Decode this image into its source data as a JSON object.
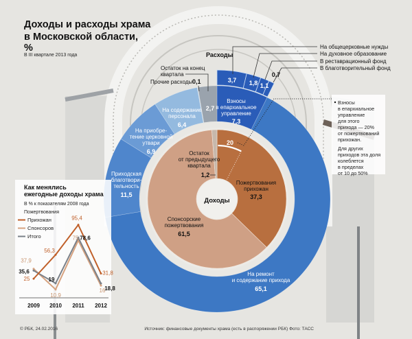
{
  "title_lines": [
    "Доходы и расходы храма",
    "в Московской области,",
    "%"
  ],
  "subtitle": "В III квартале 2013 года",
  "colors": {
    "expense_main": "#2a5cb8",
    "expense_ring": "#3d78c4",
    "income_parish": "#b86f3f",
    "income_sponsor": "#cfa085",
    "grey": "#9aa3ad"
  },
  "chart_data": [
    {
      "type": "pie",
      "title": "Расходы",
      "segments": [
        {
          "name": "Взносы в епархиальное управление",
          "label_lines": [
            "Взносы",
            "в епархиальное",
            "управление"
          ],
          "value": 7.3,
          "value_label": "7,3",
          "color": "#2a5cb8"
        },
        {
          "name": "На ремонт и содержание прихода",
          "label_lines": [
            "На ремонт",
            "и содержание прихода"
          ],
          "value": 65.1,
          "value_label": "65,1",
          "color": "#3d78c4"
        },
        {
          "name": "Приходская благотворительность",
          "label_lines": [
            "Приходская",
            "благотвори-",
            "тельность"
          ],
          "value": 11.5,
          "value_label": "11,5",
          "color": "#4f86cc"
        },
        {
          "name": "На приобретение церковной утвари",
          "label_lines": [
            "На приобре-",
            "тение церковной",
            "утвари"
          ],
          "value": 6.9,
          "value_label": "6,9",
          "color": "#6b9bd5"
        },
        {
          "name": "На содержание персонала",
          "label_lines": [
            "На содержание",
            "персонала"
          ],
          "value": 6.4,
          "value_label": "6,4",
          "color": "#94badf"
        },
        {
          "name": "Прочие расходы",
          "label_lines": [
            "Прочие расходы"
          ],
          "value": 0.1,
          "value_label": "0,1",
          "color": "#c9d6e2"
        },
        {
          "name": "Остаток на конец квартала",
          "label_lines": [
            "Остаток на конец",
            "квартала"
          ],
          "value": 2.7,
          "value_label": "2,7",
          "color": "#9aa3ad"
        }
      ],
      "breakdown_of": "Взносы в епархиальное управление",
      "breakdown": [
        {
          "name": "На общецерковные нужды",
          "value": 3.7,
          "value_label": "3,7"
        },
        {
          "name": "На духовное образование",
          "value": 1.8,
          "value_label": "1,8"
        },
        {
          "name": "В реставрационный фонд",
          "value": 1.1,
          "value_label": "1,1"
        },
        {
          "name": "В благотворительный фонд",
          "value": 0.7,
          "value_label": "0,7"
        }
      ]
    },
    {
      "type": "pie",
      "title": "Доходы",
      "segments": [
        {
          "name": "Пожертвования прихожан",
          "label_lines": [
            "Пожертвования",
            "прихожан"
          ],
          "value": 37.3,
          "value_label": "37,3",
          "color": "#b86f3f"
        },
        {
          "name": "Спонсорские пожертвования",
          "label_lines": [
            "Спонсорские",
            "пожертвования"
          ],
          "value": 61.5,
          "value_label": "61,5",
          "color": "#cfa085"
        },
        {
          "name": "Остаток от предыдущего квартала",
          "label_lines": [
            "Остаток",
            "от предыдущего",
            "квартала"
          ],
          "value": 1.2,
          "value_label": "1,2",
          "color": "#c7b8ab"
        }
      ],
      "highlight": {
        "value": 20,
        "value_label": "20",
        "of": "Пожертвования прихожан"
      }
    },
    {
      "type": "line",
      "title_lines": [
        "Как менялись",
        "ежегодные доходы храма"
      ],
      "subtitle": "В % к показателям 2008 года",
      "legend_title": "Пожертвования",
      "categories": [
        "2009",
        "2010",
        "2011",
        "2012"
      ],
      "ylim": [
        0,
        100
      ],
      "series": [
        {
          "name": "Прихожан",
          "color": "#c0602a",
          "values": [
            25,
            56.3,
            95.4,
            31.8
          ],
          "labels": [
            "25",
            "56,3",
            "95,4",
            "31,8"
          ]
        },
        {
          "name": "Спонсоров",
          "color": "#d6a27f",
          "values": [
            37.9,
            10.9,
            75,
            16
          ],
          "labels": [
            "37,9",
            "10,9",
            "75",
            "16"
          ]
        },
        {
          "name": "Итого",
          "color": "#7a8088",
          "values": [
            35.6,
            19,
            78.6,
            18.8
          ],
          "labels": [
            "35,6",
            "19",
            "78,6",
            "18,8"
          ]
        }
      ]
    }
  ],
  "note": [
    "Взносы",
    "в епархиальное",
    "управление",
    "для этого",
    "прихода — 20%",
    "от пожертвований",
    "прихожан.",
    "Для других",
    "приходов эта доля",
    "колеблется",
    "в пределах",
    "от 10 до 50%"
  ],
  "footer": {
    "copyright": "© РБК, 24.02.2016",
    "source": "Источник: финансовые документы храма (есть в распоряжении РБК)  Фото: ТАСС"
  }
}
